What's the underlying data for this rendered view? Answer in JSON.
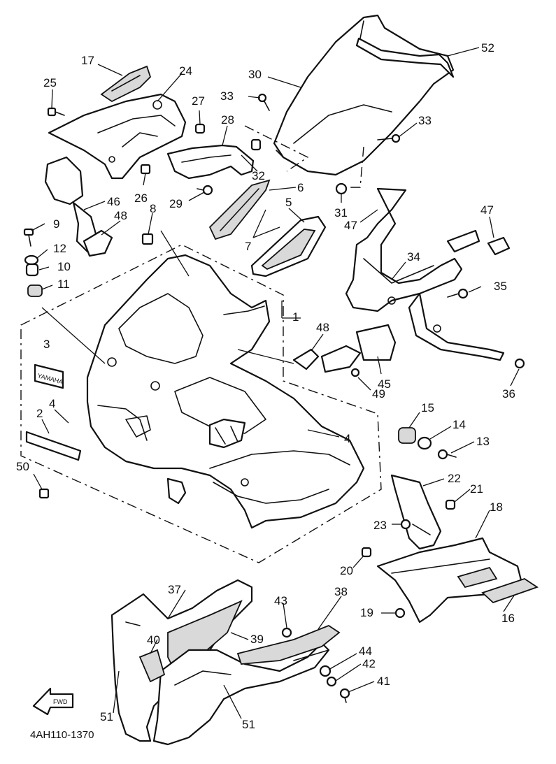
{
  "diagram": {
    "drawing_code": "4AH110-1370",
    "fwd_label": "FWD",
    "brand_label": "YAMAHA",
    "callouts": [
      {
        "id": "c52",
        "label": "52"
      },
      {
        "id": "c30",
        "label": "30"
      },
      {
        "id": "c33a",
        "label": "33"
      },
      {
        "id": "c33b",
        "label": "33"
      },
      {
        "id": "c17",
        "label": "17"
      },
      {
        "id": "c24",
        "label": "24"
      },
      {
        "id": "c25",
        "label": "25"
      },
      {
        "id": "c27",
        "label": "27"
      },
      {
        "id": "c28",
        "label": "28"
      },
      {
        "id": "c32",
        "label": "32"
      },
      {
        "id": "c6",
        "label": "6"
      },
      {
        "id": "c26",
        "label": "26"
      },
      {
        "id": "c29",
        "label": "29"
      },
      {
        "id": "c31",
        "label": "31"
      },
      {
        "id": "c46",
        "label": "46"
      },
      {
        "id": "c48a",
        "label": "48"
      },
      {
        "id": "c8",
        "label": "8"
      },
      {
        "id": "c5",
        "label": "5"
      },
      {
        "id": "c47a",
        "label": "47"
      },
      {
        "id": "c47b",
        "label": "47"
      },
      {
        "id": "c9",
        "label": "9"
      },
      {
        "id": "c7",
        "label": "7"
      },
      {
        "id": "c12",
        "label": "12"
      },
      {
        "id": "c10",
        "label": "10"
      },
      {
        "id": "c11",
        "label": "11"
      },
      {
        "id": "c34",
        "label": "34"
      },
      {
        "id": "c35",
        "label": "35"
      },
      {
        "id": "c1",
        "label": "1"
      },
      {
        "id": "c48b",
        "label": "48"
      },
      {
        "id": "c3",
        "label": "3"
      },
      {
        "id": "c45",
        "label": "45"
      },
      {
        "id": "c49",
        "label": "49"
      },
      {
        "id": "c36",
        "label": "36"
      },
      {
        "id": "c4a",
        "label": "4"
      },
      {
        "id": "c2",
        "label": "2"
      },
      {
        "id": "c15",
        "label": "15"
      },
      {
        "id": "c14",
        "label": "14"
      },
      {
        "id": "c13",
        "label": "13"
      },
      {
        "id": "c4b",
        "label": "4"
      },
      {
        "id": "c50",
        "label": "50"
      },
      {
        "id": "c22",
        "label": "22"
      },
      {
        "id": "c21",
        "label": "21"
      },
      {
        "id": "c18",
        "label": "18"
      },
      {
        "id": "c23",
        "label": "23"
      },
      {
        "id": "c20",
        "label": "20"
      },
      {
        "id": "c37",
        "label": "37"
      },
      {
        "id": "c38",
        "label": "38"
      },
      {
        "id": "c43",
        "label": "43"
      },
      {
        "id": "c39",
        "label": "39"
      },
      {
        "id": "c40",
        "label": "40"
      },
      {
        "id": "c19",
        "label": "19"
      },
      {
        "id": "c16",
        "label": "16"
      },
      {
        "id": "c44",
        "label": "44"
      },
      {
        "id": "c42",
        "label": "42"
      },
      {
        "id": "c41",
        "label": "41"
      },
      {
        "id": "c51a",
        "label": "51"
      },
      {
        "id": "c51b",
        "label": "51"
      }
    ]
  }
}
